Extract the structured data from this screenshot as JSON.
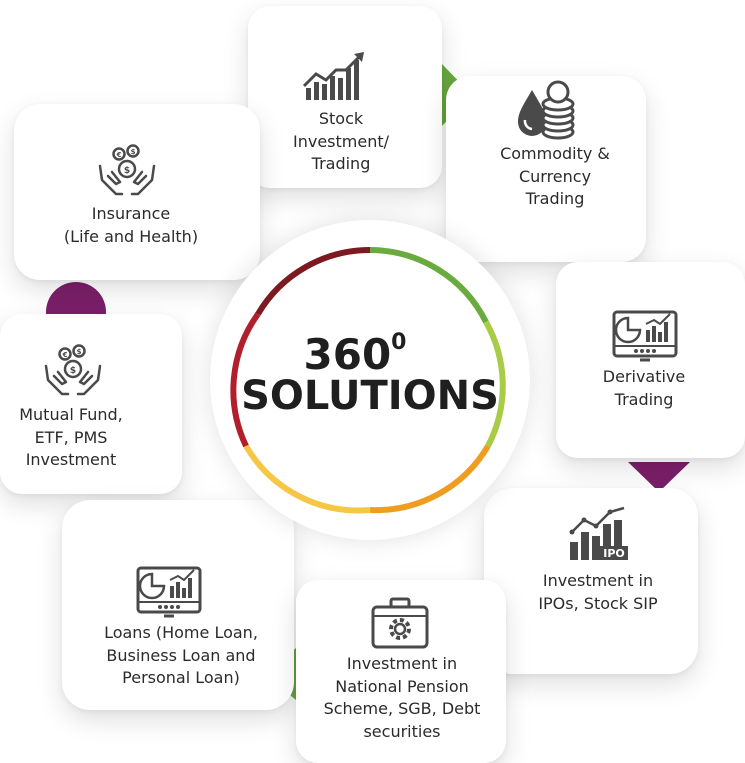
{
  "center": {
    "number": "360",
    "superscript": "0",
    "word": "SOLUTIONS"
  },
  "colors": {
    "green": "#6aab3f",
    "lime": "#a9cc47",
    "orange": "#ef9d1e",
    "yellow": "#f6c646",
    "red": "#b21f2c",
    "maroon": "#7c1a22",
    "purple": "#7b1f6a",
    "icon": "#4a4a4a"
  },
  "items": [
    {
      "id": "stock",
      "icon": "chart-growth-icon",
      "lines": [
        "Stock",
        "Investment/",
        "Trading"
      ]
    },
    {
      "id": "commodity",
      "icon": "coins-drop-icon",
      "lines": [
        "Commodity &",
        "Currency",
        "Trading"
      ]
    },
    {
      "id": "derivative",
      "icon": "monitor-chart-icon",
      "lines": [
        "Derivative",
        "Trading"
      ]
    },
    {
      "id": "ipo",
      "icon": "ipo-chart-icon",
      "lines": [
        "Investment in",
        "IPOs, Stock SIP"
      ]
    },
    {
      "id": "nps",
      "icon": "briefcase-gear-icon",
      "lines": [
        "Investment in",
        "National Pension",
        "Scheme, SGB, Debt",
        "securities"
      ]
    },
    {
      "id": "loans",
      "icon": "monitor-chart-icon",
      "lines": [
        "Loans (Home Loan,",
        "Business Loan and",
        "Personal Loan)"
      ]
    },
    {
      "id": "mutual",
      "icon": "hands-coins-icon",
      "lines": [
        "Mutual Fund,",
        "ETF, PMS",
        "Investment"
      ]
    },
    {
      "id": "insurance",
      "icon": "hands-coins-icon",
      "lines": [
        "Insurance",
        "(Life and Health)"
      ]
    }
  ]
}
